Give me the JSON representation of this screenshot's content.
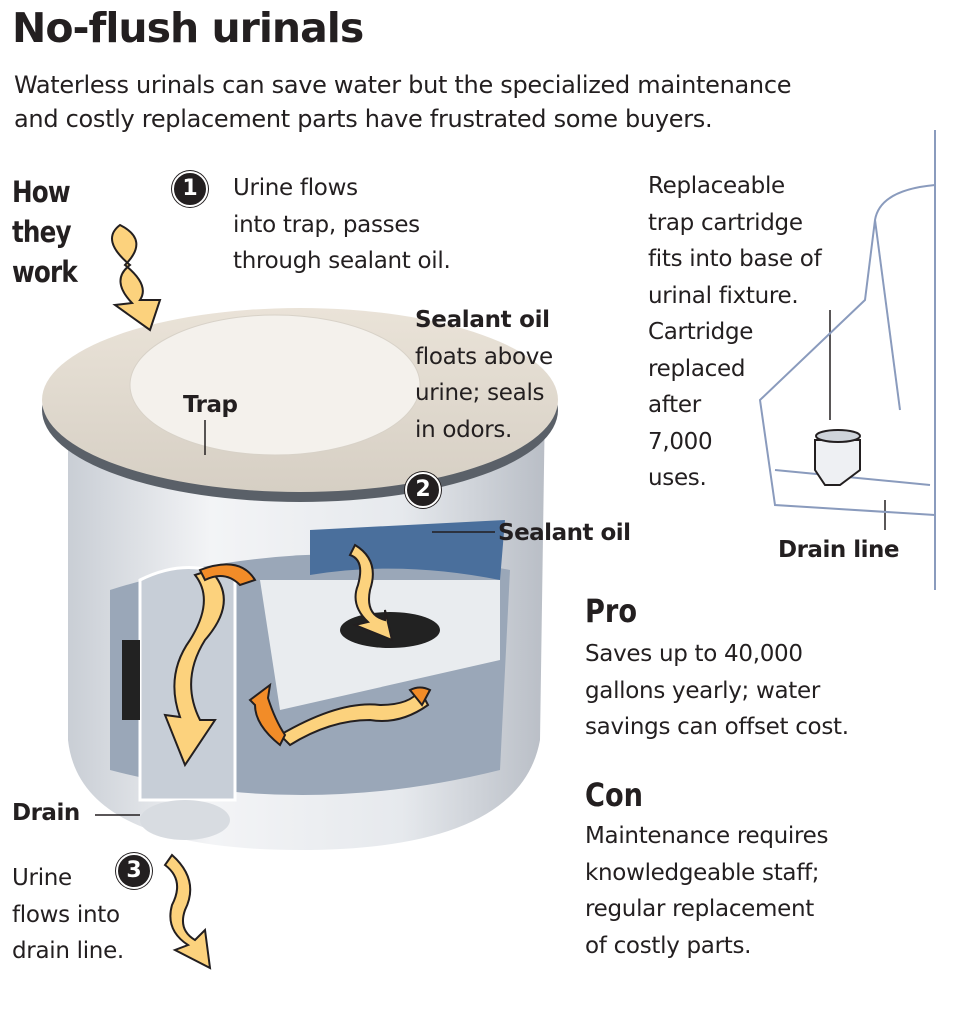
{
  "title": "No-flush urinals",
  "subtitle": [
    "Waterless urinals can save water but the specialized maintenance",
    "and costly replacement parts have frustrated some buyers."
  ],
  "how_they_work": [
    "How",
    "they",
    "work"
  ],
  "steps": [
    {
      "number": "1",
      "lines": [
        "Urine flows",
        "into trap, passes",
        "through sealant oil."
      ]
    },
    {
      "number": "2"
    },
    {
      "number": "3",
      "lines": [
        "Urine",
        "flows into",
        "drain line."
      ]
    }
  ],
  "labels": {
    "trap": "Trap",
    "sealant_oil_top": "Sealant oil",
    "sealant_oil_desc": [
      "floats above",
      "urine; seals",
      "in odors."
    ],
    "sealant_oil_pointer": "Sealant oil",
    "drain": "Drain",
    "drain_line": "Drain line"
  },
  "cartridge": {
    "lines": [
      "Replaceable",
      "trap cartridge",
      "fits into base of",
      "urinal fixture."
    ],
    "lines2": [
      "Cartridge",
      "replaced",
      "after",
      "7,000",
      "uses."
    ]
  },
  "pro": {
    "heading": "Pro",
    "lines": [
      "Saves up to 40,000",
      "gallons  yearly; water",
      "savings can offset cost."
    ]
  },
  "con": {
    "heading": "Con",
    "lines": [
      "Maintenance requires",
      "knowledgeable staff;",
      "regular replacement",
      "of costly parts."
    ]
  },
  "colors": {
    "arrow_light": "#fcd27d",
    "arrow_dark": "#f28c28",
    "oil": "#4a6f9c",
    "body": "#dfe3e8"
  }
}
